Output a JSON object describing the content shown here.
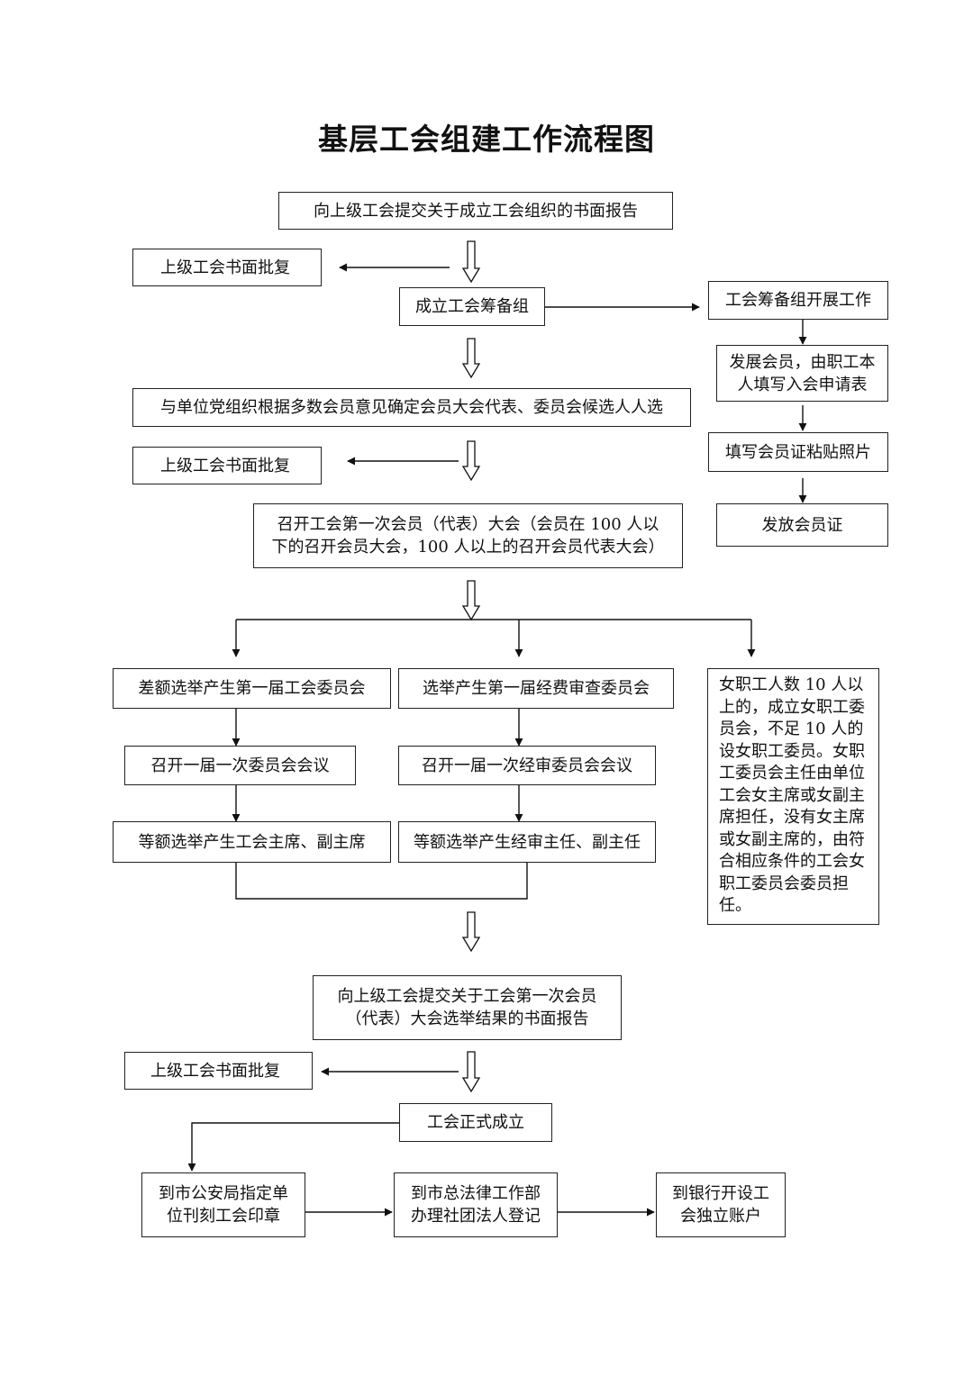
{
  "title": "基层工会组建工作流程图",
  "nodes": {
    "report_1": "向上级工会提交关于成立工会组织的书面报告",
    "approval_1": "上级工会书面批复",
    "prep_group": "成立工会筹备组",
    "prep_work": "工会筹备组开展工作",
    "develop_members": "发展会员，由职工本人填写入会申请表",
    "fill_card": "填写会员证粘贴照片",
    "issue_card": "发放会员证",
    "candidates": "与单位党组织根据多数会员意见确定会员大会代表、委员会候选人人选",
    "approval_2": "上级工会书面批复",
    "first_congress": "召开工会第一次会员（代表）大会（会员在 100 人以下的召开会员大会，100 人以上的召开会员代表大会）",
    "elect_committee": "差额选举产生第一届工会委员会",
    "elect_audit": "选举产生第一届经费审查委员会",
    "women_rule": "女职工人数 10 人以上的，成立女职工委员会，不足 10 人的设女职工委员。女职工委员会主任由单位工会女主席或女副主席担任，没有女主席或女副主席的，由符合相应条件的工会女职工委员会委员担任。",
    "committee_meeting": "召开一届一次委员会会议",
    "audit_meeting": "召开一届一次经审委员会会议",
    "elect_chair": "等额选举产生工会主席、副主席",
    "elect_audit_chair": "等额选举产生经审主任、副主任",
    "report_2": "向上级工会提交关于工会第一次会员（代表）大会选举结果的书面报告",
    "approval_3": "上级工会书面批复",
    "union_established": "工会正式成立",
    "seal": "到市公安局指定单位刊刻工会印章",
    "legal_reg": "到市总法律工作部办理社团法人登记",
    "bank": "到银行开设工会独立账户"
  }
}
